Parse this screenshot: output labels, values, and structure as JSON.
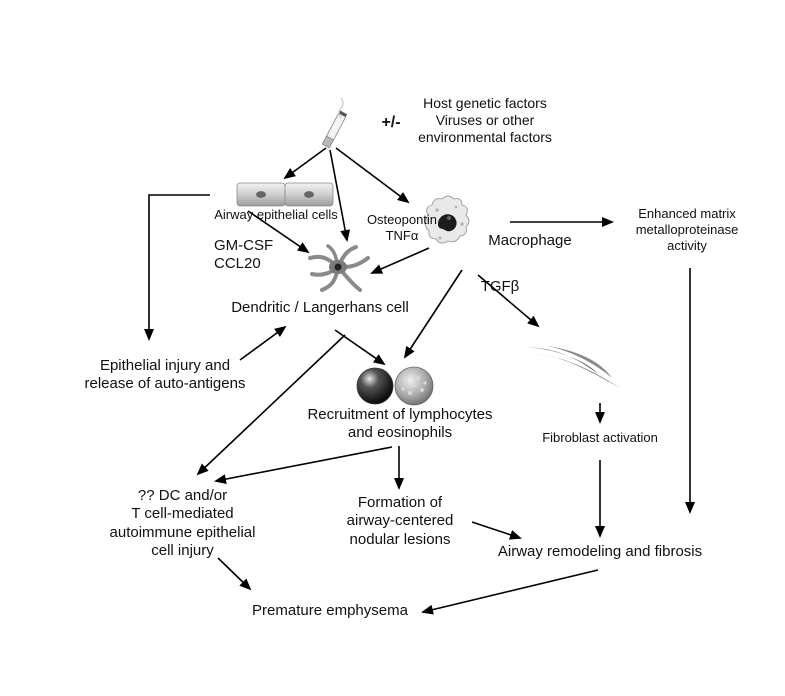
{
  "diagram": {
    "nodes": {
      "plusminus": "+/-",
      "host_factors": "Host genetic factors\nViruses or other\nenvironmental factors",
      "airway_epithelial": "Airway epithelial cells",
      "osteopontin": "Osteopontin\nTNFα",
      "macrophage": "Macrophage",
      "matrix": "Enhanced matrix\nmetalloproteinase\nactivity",
      "gmcsf": "GM-CSF\nCCL20",
      "dendritic": "Dendritic / Langerhans cell",
      "tgfb": "TGFβ",
      "epithelial_injury": "Epithelial injury and\nrelease of auto-antigens",
      "recruitment": "Recruitment of lymphocytes\nand eosinophils",
      "fibroblast": "Fibroblast activation",
      "dc_tcell": "?? DC and/or\nT cell-mediated\nautoimmune epithelial\ncell injury",
      "formation": "Formation of\nairway-centered\nnodular lesions",
      "remodeling": "Airway remodeling and fibrosis",
      "emphysema": "Premature emphysema"
    },
    "icons": [
      "cigarette-icon",
      "epithelial-cells-icon",
      "dendritic-cell-icon",
      "macrophage-icon",
      "lymphocyte-icon",
      "eosinophil-icon",
      "fibroblast-icon"
    ]
  }
}
